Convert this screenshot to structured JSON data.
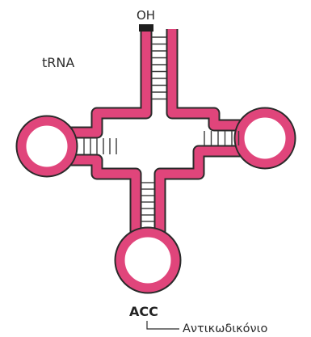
{
  "labels": {
    "oh_end": "OH",
    "molecule": "tRNA",
    "anticodon_sequence": "ACC",
    "anticodon_caption": "Αντικωδικόνιο"
  },
  "colors": {
    "strand_fill": "#e0457b",
    "strand_outline": "#2a2a2a",
    "end_cap": "#1e1e1e",
    "rungs": "#3a3a3a",
    "text": "#2b2b2b"
  }
}
